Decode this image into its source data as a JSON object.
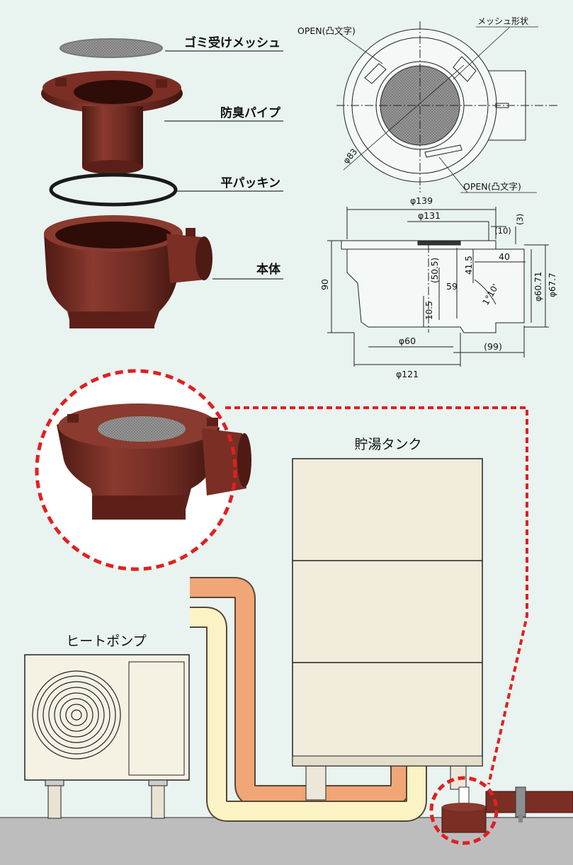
{
  "parts": {
    "mesh": "ゴミ受けメッシュ",
    "trap": "防臭パイプ",
    "gasket": "平パッキン",
    "body": "本体"
  },
  "top_view": {
    "open_label_1": "OPEN(凸文字)",
    "open_label_2": "OPEN(凸文字)",
    "mesh_shape": "メッシュ形状",
    "dia_83": "φ83"
  },
  "side_view": {
    "dia_139": "φ139",
    "dia_131": "φ131",
    "dim_10": "(10)",
    "dim_3": "(3)",
    "dim_40": "40",
    "dim_41_5": "41.5",
    "dim_50_5": "(50.5)",
    "dim_59": "59",
    "dim_10_5": "10.5",
    "dim_90": "90",
    "angle": "1°10'",
    "dia_60_71": "φ60.71",
    "dia_67_7": "φ67.7",
    "dia_60": "φ60",
    "dim_99": "(99)",
    "dia_121": "φ121"
  },
  "install": {
    "tank_label": "貯湯タンク",
    "heatpump_label": "ヒートポンプ"
  },
  "colors": {
    "background": "#e9f3f0",
    "body_brown": "#7a2e24",
    "tank": "#f2ecdc",
    "pipe_orange": "#f0a677",
    "pipe_cream": "#fbf3c4",
    "callout_red": "#e02020",
    "ground": "#bdbdbd"
  }
}
